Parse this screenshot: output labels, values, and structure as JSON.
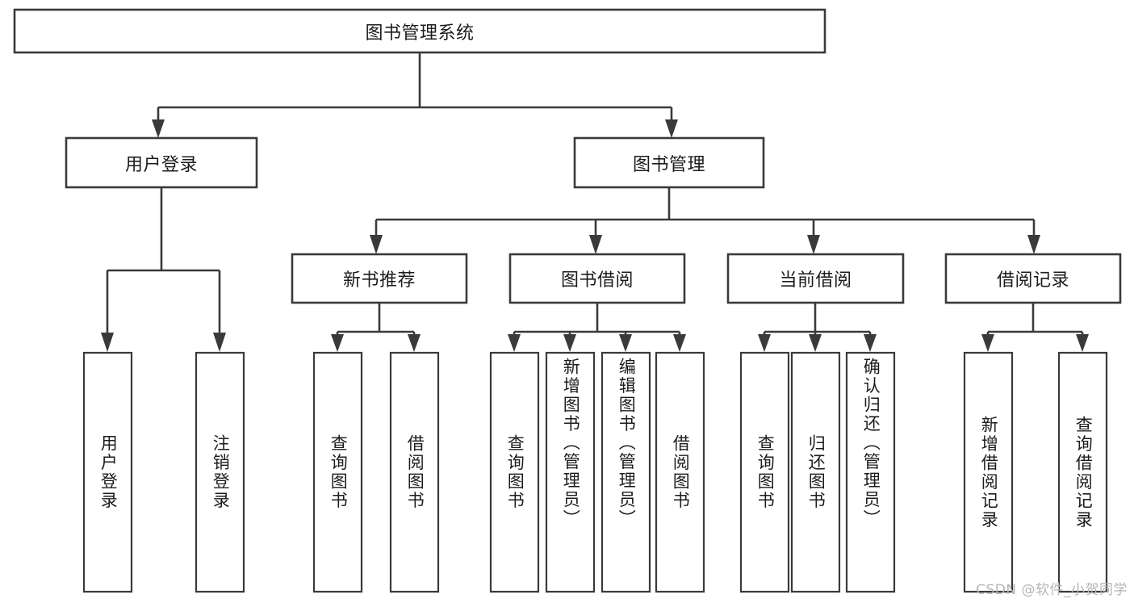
{
  "diagram": {
    "type": "tree-hierarchy",
    "title": "图书管理系统",
    "watermark": "CSDN @软件_小贺同学",
    "colors": {
      "box_stroke": "#3a3a3a",
      "box_fill": "#ffffff",
      "text": "#1c1c1c",
      "background": "#ffffff",
      "watermark": "#b5b5b5"
    },
    "levels": {
      "root": {
        "label": "图书管理系统"
      },
      "level2": [
        {
          "label": "用户登录"
        },
        {
          "label": "图书管理"
        }
      ],
      "level3": [
        {
          "label": "新书推荐"
        },
        {
          "label": "图书借阅"
        },
        {
          "label": "当前借阅"
        },
        {
          "label": "借阅记录"
        }
      ]
    },
    "nodes": {
      "root": "图书管理系统",
      "user_login": "用户登录",
      "book_manage": "图书管理",
      "new_book_rec": "新书推荐",
      "book_borrow": "图书借阅",
      "current_borrow": "当前借阅",
      "borrow_record": "借阅记录",
      "leaf_user_login": "用户登录",
      "leaf_user_logout": "注销登录",
      "leaf_query_book_1": "查询图书",
      "leaf_borrow_book_1": "借阅图书",
      "leaf_query_book_2": "查询图书",
      "leaf_add_book": "新增图书（管理员）",
      "leaf_edit_book": "编辑图书（管理员）",
      "leaf_borrow_book_2": "借阅图书",
      "leaf_query_book_3": "查询图书",
      "leaf_return_book": "归还图书",
      "leaf_confirm_return": "确认归还（管理员）",
      "leaf_add_record": "新增借阅记录",
      "leaf_query_record": "查询借阅记录"
    },
    "tree": [
      {
        "label": "图书管理系统",
        "children": [
          {
            "label": "用户登录",
            "children": [
              {
                "label": "用户登录"
              },
              {
                "label": "注销登录"
              }
            ]
          },
          {
            "label": "图书管理",
            "children": [
              {
                "label": "新书推荐",
                "children": [
                  {
                    "label": "查询图书"
                  },
                  {
                    "label": "借阅图书"
                  }
                ]
              },
              {
                "label": "图书借阅",
                "children": [
                  {
                    "label": "查询图书"
                  },
                  {
                    "label": "新增图书（管理员）"
                  },
                  {
                    "label": "编辑图书（管理员）"
                  },
                  {
                    "label": "借阅图书"
                  }
                ]
              },
              {
                "label": "当前借阅",
                "children": [
                  {
                    "label": "查询图书"
                  },
                  {
                    "label": "归还图书"
                  },
                  {
                    "label": "确认归还（管理员）"
                  }
                ]
              },
              {
                "label": "借阅记录",
                "children": [
                  {
                    "label": "新增借阅记录"
                  },
                  {
                    "label": "查询借阅记录"
                  }
                ]
              }
            ]
          }
        ]
      }
    ]
  }
}
